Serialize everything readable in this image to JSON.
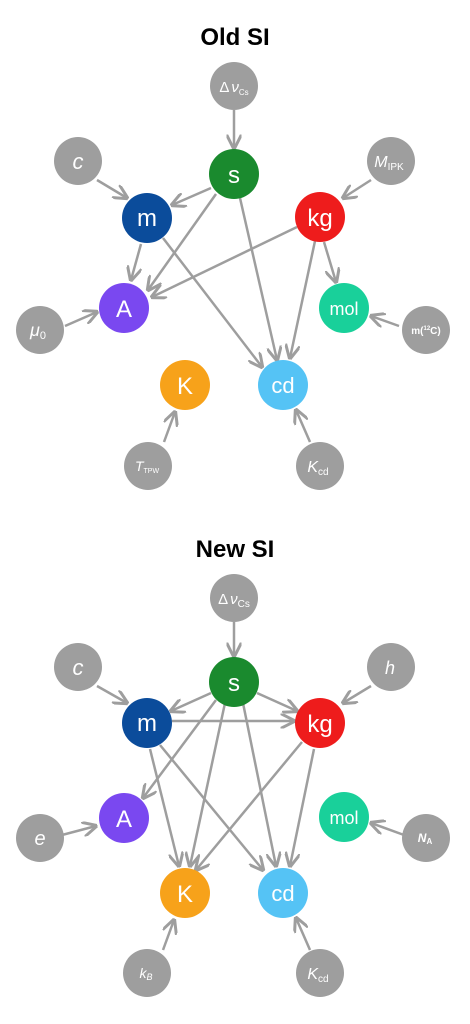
{
  "colors": {
    "s": "#1a8a2e",
    "m": "#0b4c9b",
    "kg": "#ee1c1c",
    "A": "#7a48f0",
    "mol": "#19d09a",
    "K": "#f7a21a",
    "cd": "#55c3f5",
    "constant": "#9e9e9e",
    "arrow": "#9e9e9e"
  },
  "old": {
    "title": "Old SI",
    "units": {
      "s": "s",
      "m": "m",
      "kg": "kg",
      "A": "A",
      "mol": "mol",
      "K": "K",
      "cd": "cd"
    },
    "constants": {
      "dnu": {
        "main": "Δ",
        "var": "ν",
        "sub": "Cs"
      },
      "c": {
        "main": "c"
      },
      "mipk": {
        "main": "M",
        "sub": "IPK"
      },
      "mu0": {
        "main": "μ",
        "sub": "0"
      },
      "m12c": {
        "pre": "m(",
        "sup": "12",
        "post": "C)"
      },
      "ttpw": {
        "main": "T",
        "sub": "TPW"
      },
      "kcd": {
        "main": "K",
        "sub": "cd"
      }
    }
  },
  "new": {
    "title": "New SI",
    "units": {
      "s": "s",
      "m": "m",
      "kg": "kg",
      "A": "A",
      "mol": "mol",
      "K": "K",
      "cd": "cd"
    },
    "constants": {
      "dnu": {
        "main": "Δ",
        "var": "ν",
        "sub": "Cs"
      },
      "c": {
        "main": "c"
      },
      "h": {
        "main": "h"
      },
      "e": {
        "main": "e"
      },
      "na": {
        "main": "N",
        "sub": "A"
      },
      "kb": {
        "main": "k",
        "sub": "B"
      },
      "kcd": {
        "main": "K",
        "sub": "cd"
      }
    }
  }
}
